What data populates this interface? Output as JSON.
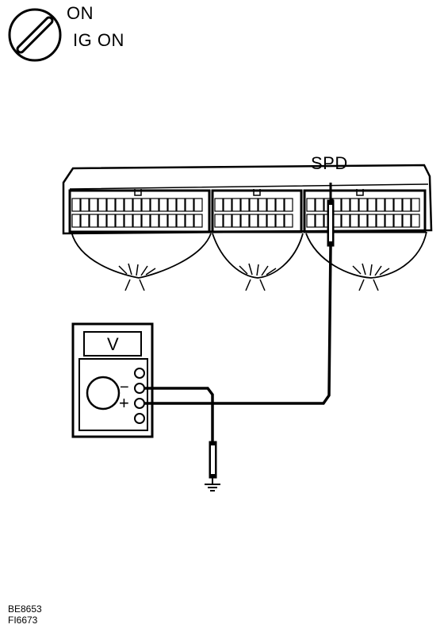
{
  "ignition": {
    "state": "ON",
    "caption": "IG ON",
    "icon": "ignition-key-icon"
  },
  "connector": {
    "terminal_label": "SPD",
    "icon": "ecu-connector-icon"
  },
  "meter": {
    "mode_label": "V",
    "minus_label": "−",
    "plus_label": "+",
    "icon": "voltmeter-icon"
  },
  "ground": {
    "icon": "ground-symbol-icon"
  },
  "figure_codes": [
    "BE8653",
    "FI6673"
  ]
}
